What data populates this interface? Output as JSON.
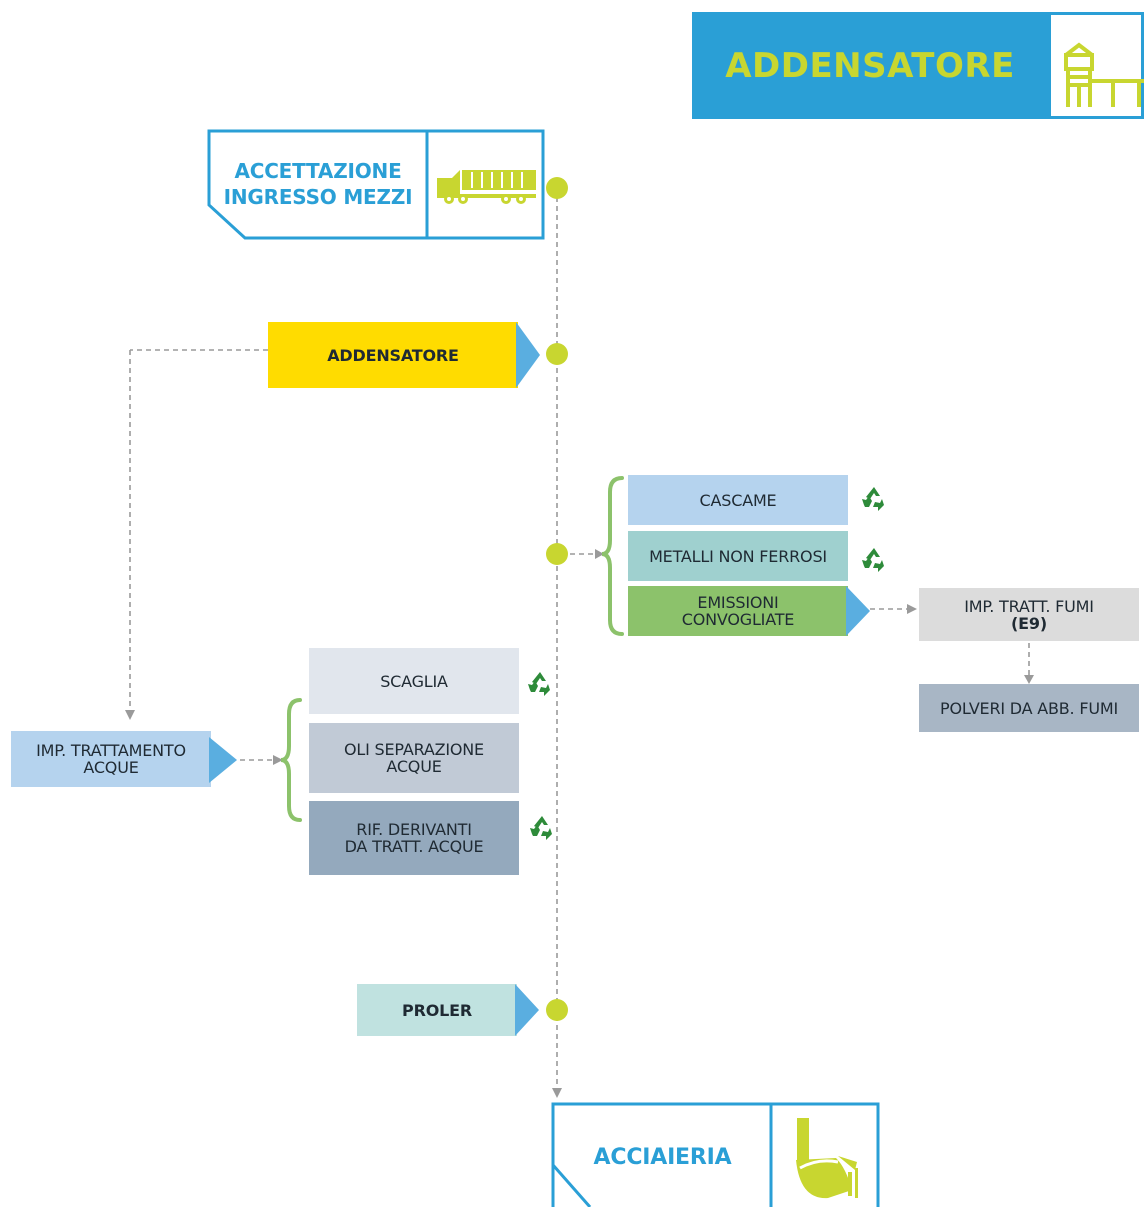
{
  "header": {
    "title": "ADDENSATORE",
    "icon": "thickener-tower-icon"
  },
  "start_node": {
    "label": "ACCETTAZIONE\nINGRESSO MEZZI",
    "icon": "truck-icon"
  },
  "end_node": {
    "label": "ACCIAIERIA",
    "icon": "ladle-icon"
  },
  "nodes": {
    "addensatore": "ADDENSATORE",
    "proler": "PROLER",
    "cascame": "CASCAME",
    "metalli": "METALLI NON FERROSI",
    "emissioni": "EMISSIONI\nCONVOGLIATE",
    "fumi_line1": "IMP. TRATT. FUMI",
    "fumi_line2": "(E9)",
    "polveri": "POLVERI DA ABB. FUMI",
    "scaglia": "SCAGLIA",
    "oli": "OLI SEPARAZIONE\nACQUE",
    "rif": "RIF. DERIVANTI\nDA TRATT.  ACQUE",
    "imp_acque": "IMP. TRATTAMENTO\nACQUE"
  },
  "colors": {
    "blue": "#2a9fd6",
    "lime": "#c8d630",
    "yellow": "#ffdc00",
    "pale_teal": "#c0e2e0",
    "green_bracket": "#8cc26b",
    "recycle_green": "#2e8b3a"
  },
  "recycle_icon": "recycle-icon"
}
